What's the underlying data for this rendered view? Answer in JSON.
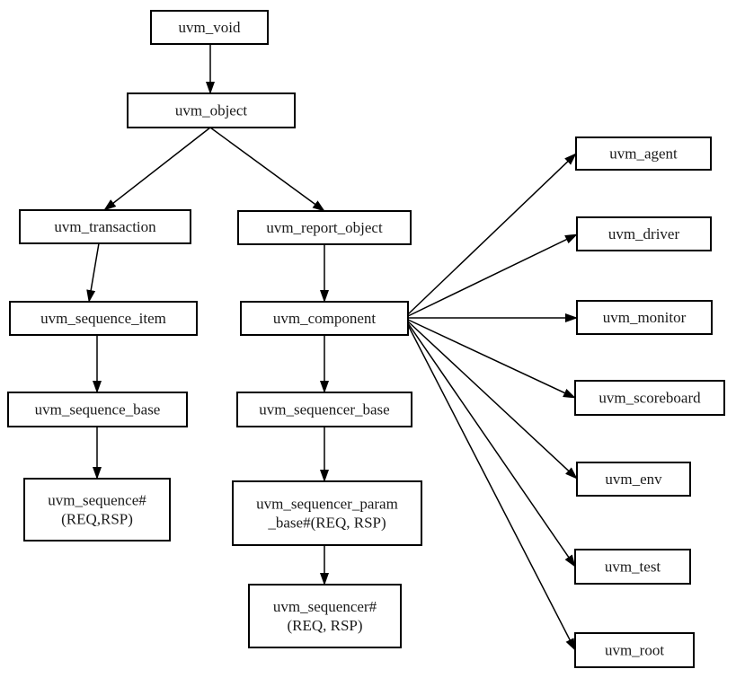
{
  "diagram": {
    "nodes": {
      "uvm_void": {
        "lines": [
          "uvm_void"
        ]
      },
      "uvm_object": {
        "lines": [
          "uvm_object"
        ]
      },
      "uvm_transaction": {
        "lines": [
          "uvm_transaction"
        ]
      },
      "uvm_report_object": {
        "lines": [
          "uvm_report_object"
        ]
      },
      "uvm_sequence_item": {
        "lines": [
          "uvm_sequence_item"
        ]
      },
      "uvm_component": {
        "lines": [
          "uvm_component"
        ]
      },
      "uvm_sequence_base": {
        "lines": [
          "uvm_sequence_base"
        ]
      },
      "uvm_sequencer_base": {
        "lines": [
          "uvm_sequencer_base"
        ]
      },
      "uvm_sequence": {
        "lines": [
          "uvm_sequence#",
          "(REQ,RSP)"
        ]
      },
      "uvm_sequencer_param_base": {
        "lines": [
          "uvm_sequencer_param",
          "_base#(REQ, RSP)"
        ]
      },
      "uvm_sequencer": {
        "lines": [
          "uvm_sequencer#",
          "(REQ, RSP)"
        ]
      },
      "uvm_agent": {
        "lines": [
          "uvm_agent"
        ]
      },
      "uvm_driver": {
        "lines": [
          "uvm_driver"
        ]
      },
      "uvm_monitor": {
        "lines": [
          "uvm_monitor"
        ]
      },
      "uvm_scoreboard": {
        "lines": [
          "uvm_scoreboard"
        ]
      },
      "uvm_env": {
        "lines": [
          "uvm_env"
        ]
      },
      "uvm_test": {
        "lines": [
          "uvm_test"
        ]
      },
      "uvm_root": {
        "lines": [
          "uvm_root"
        ]
      }
    },
    "edges": [
      [
        "uvm_void",
        "uvm_object"
      ],
      [
        "uvm_object",
        "uvm_transaction"
      ],
      [
        "uvm_object",
        "uvm_report_object"
      ],
      [
        "uvm_transaction",
        "uvm_sequence_item"
      ],
      [
        "uvm_sequence_item",
        "uvm_sequence_base"
      ],
      [
        "uvm_sequence_base",
        "uvm_sequence"
      ],
      [
        "uvm_report_object",
        "uvm_component"
      ],
      [
        "uvm_component",
        "uvm_sequencer_base"
      ],
      [
        "uvm_sequencer_base",
        "uvm_sequencer_param_base"
      ],
      [
        "uvm_sequencer_param_base",
        "uvm_sequencer"
      ],
      [
        "uvm_component",
        "uvm_agent"
      ],
      [
        "uvm_component",
        "uvm_driver"
      ],
      [
        "uvm_component",
        "uvm_monitor"
      ],
      [
        "uvm_component",
        "uvm_scoreboard"
      ],
      [
        "uvm_component",
        "uvm_env"
      ],
      [
        "uvm_component",
        "uvm_test"
      ],
      [
        "uvm_component",
        "uvm_root"
      ]
    ]
  }
}
